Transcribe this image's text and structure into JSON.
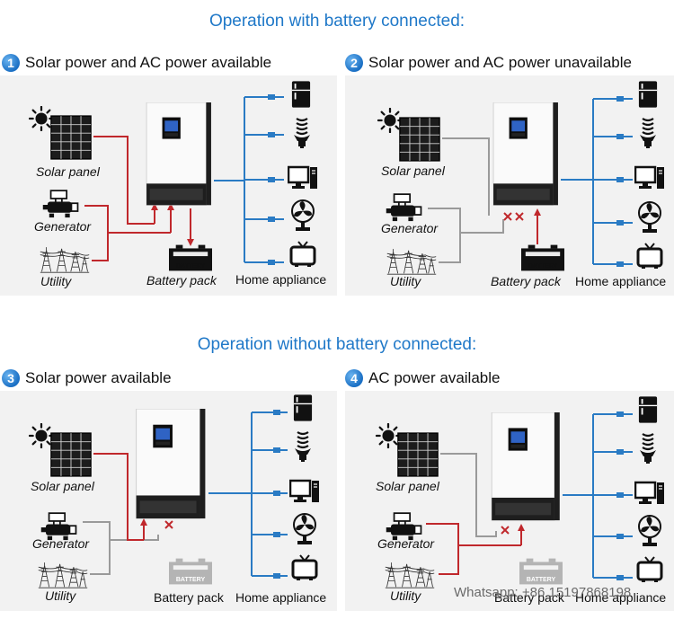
{
  "headings": {
    "with_battery": "Operation with battery connected:",
    "without_battery": "Operation without battery connected:"
  },
  "panels": [
    {
      "number": "1",
      "title": "Solar power and AC power available"
    },
    {
      "number": "2",
      "title": "Solar power and AC power unavailable"
    },
    {
      "number": "3",
      "title": "Solar power available"
    },
    {
      "number": "4",
      "title": "AC power available"
    }
  ],
  "labels": {
    "solar_panel": "Solar panel",
    "generator": "Generator",
    "utility": "Utility",
    "battery_pack": "Battery pack",
    "home_appliance": "Home appliance",
    "battery_text": "BATTERY"
  },
  "watermark": "Whatsapp: +86 15197868198",
  "colors": {
    "heading": "#1f78c8",
    "active_line": "#c0282c",
    "inactive_line": "#9a9a9a",
    "output_line": "#2a7bc4",
    "panel_bg": "#f2f2f2"
  },
  "icons": [
    "sun-icon",
    "solar-panel-icon",
    "generator-icon",
    "utility-tower-icon",
    "inverter-icon",
    "battery-icon",
    "fridge-icon",
    "bulb-icon",
    "computer-icon",
    "fan-icon",
    "tv-icon",
    "cross-icon",
    "arrow-icon"
  ]
}
